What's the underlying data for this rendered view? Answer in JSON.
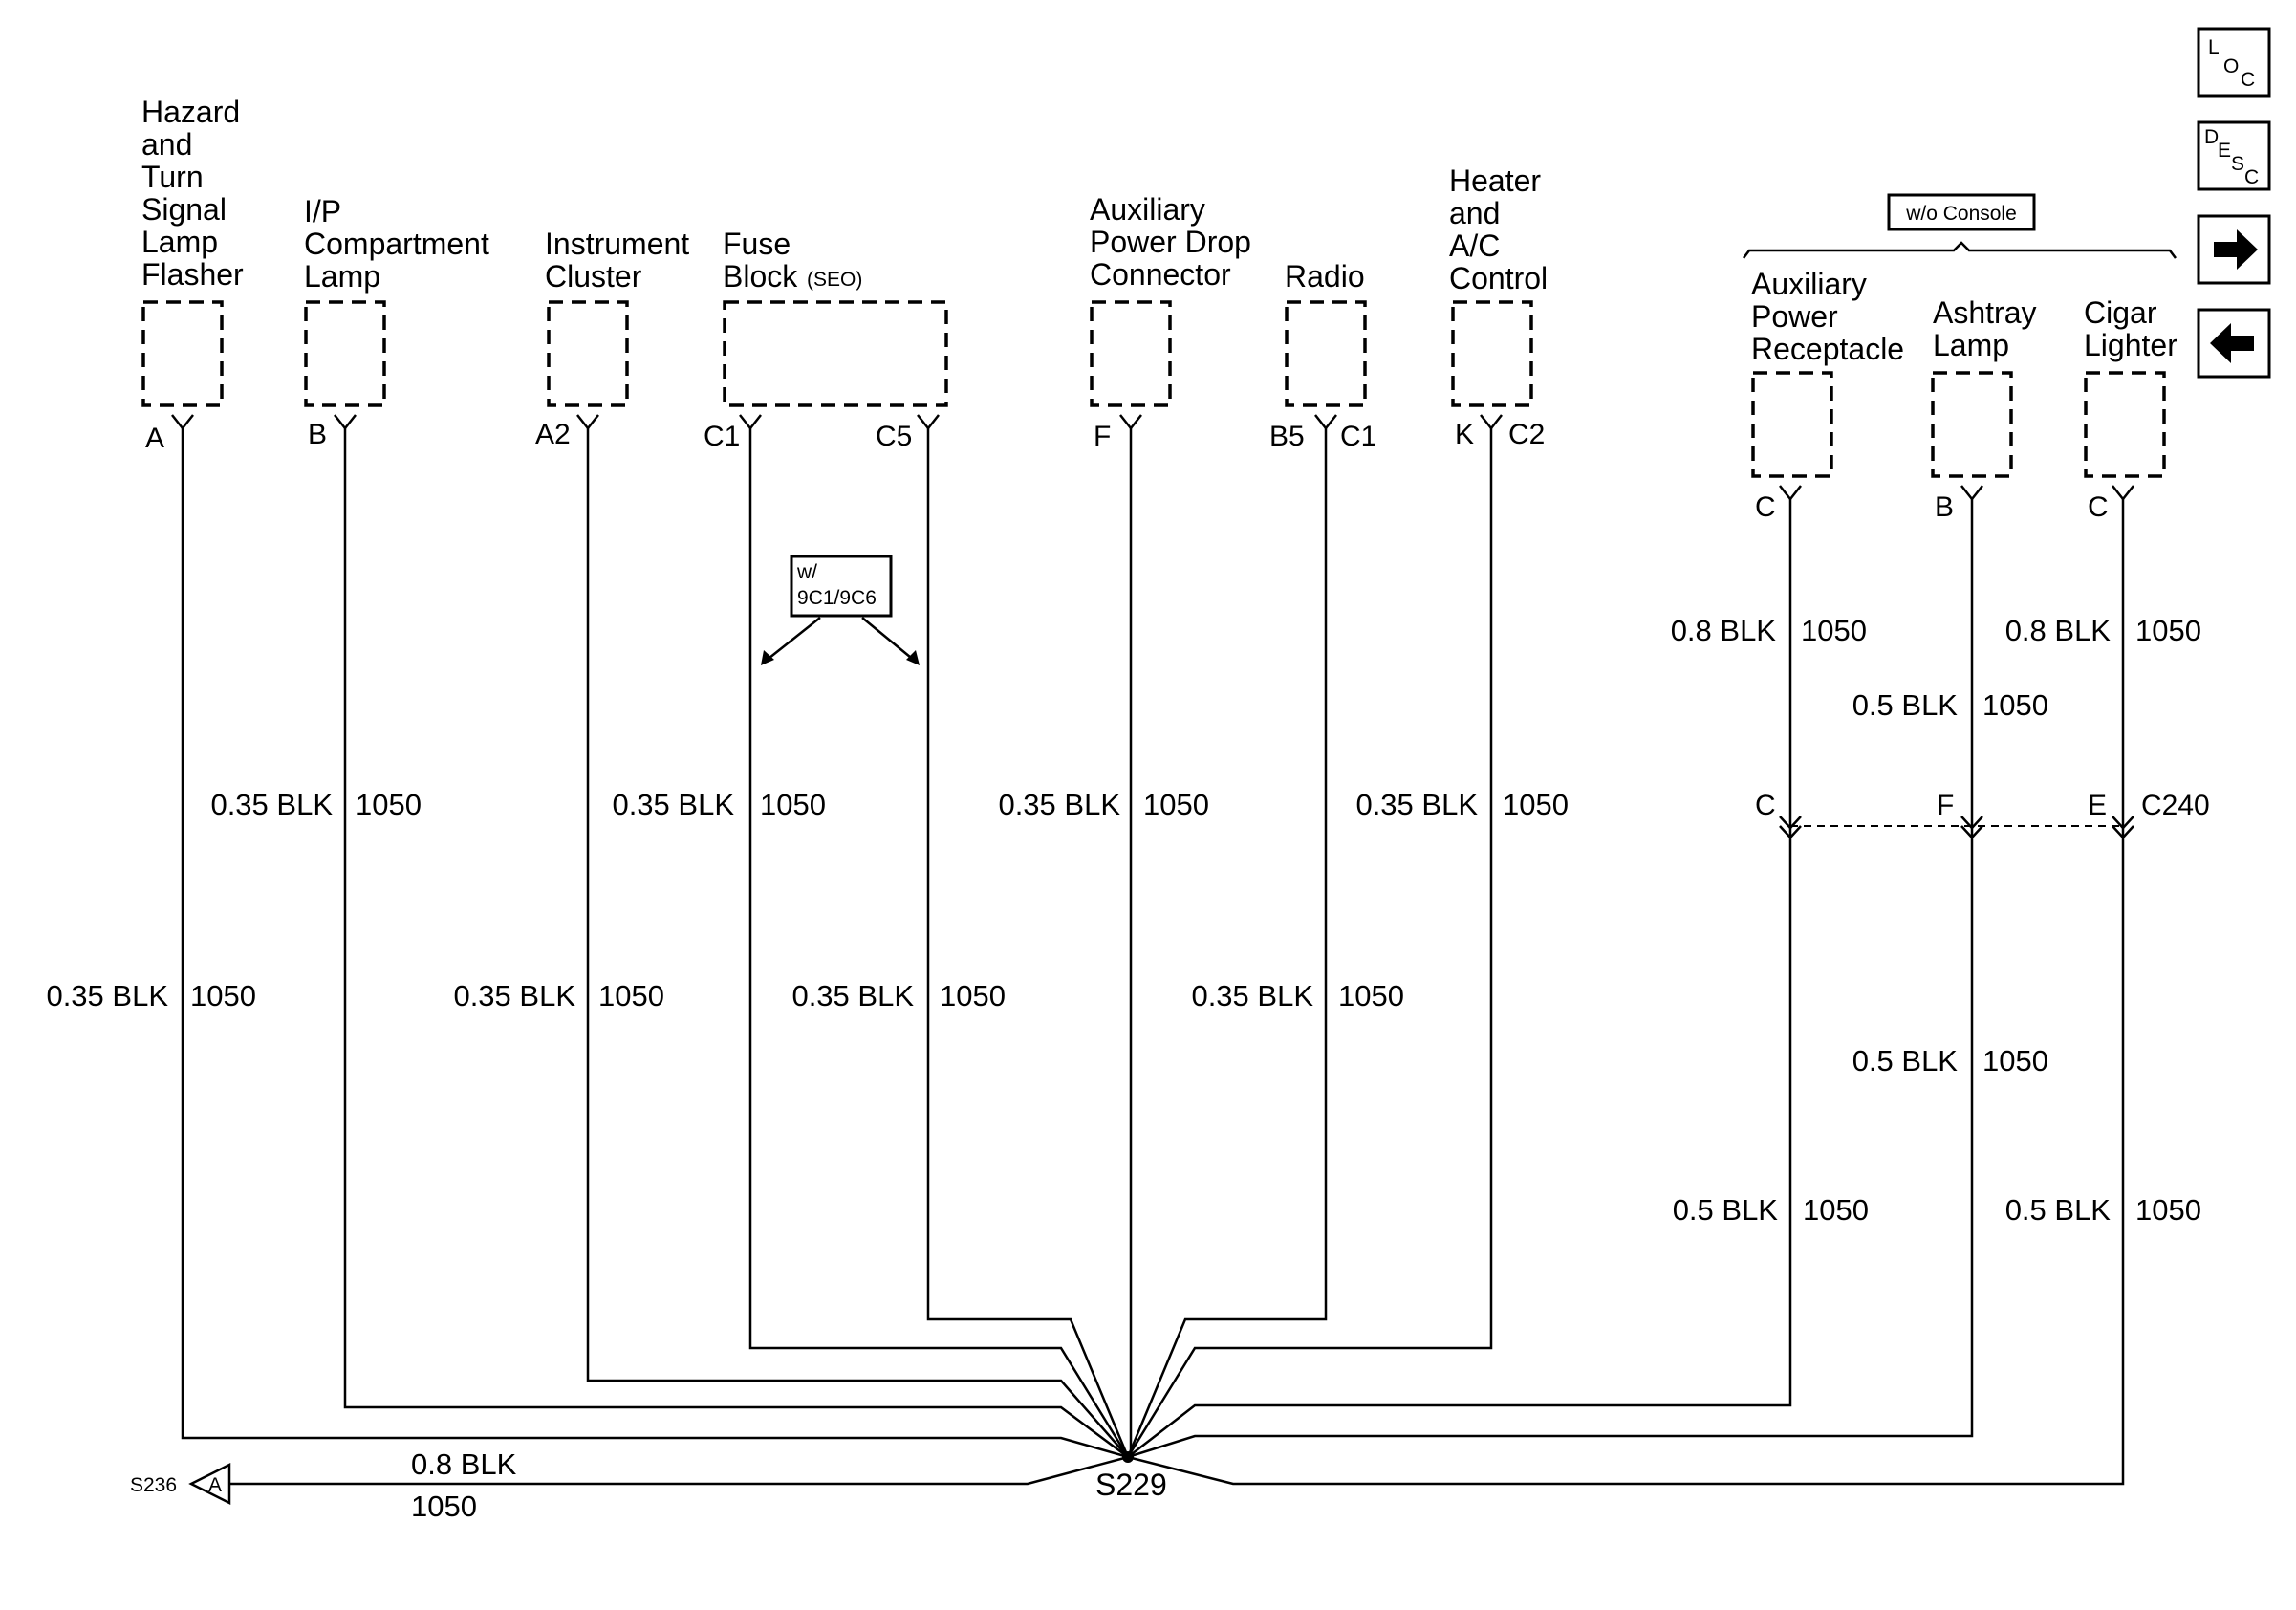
{
  "components": {
    "hazard": [
      "Hazard",
      "and",
      "Turn",
      "Signal",
      "Lamp",
      "Flasher"
    ],
    "ip_lamp": [
      "I/P",
      "Compartment",
      "Lamp"
    ],
    "cluster": [
      "Instrument",
      "Cluster"
    ],
    "fuse": [
      "Fuse",
      "Block"
    ],
    "fuse_suffix": "(SEO)",
    "aux_drop": [
      "Auxiliary",
      "Power Drop",
      "Connector"
    ],
    "radio": [
      "Radio"
    ],
    "hvac": [
      "Heater",
      "and",
      "A/C",
      "Control"
    ],
    "aux_rcpt": [
      "Auxiliary",
      "Power",
      "Receptacle"
    ],
    "ashtray": [
      "Ashtray",
      "Lamp"
    ],
    "cigar": [
      "Cigar",
      "Lighter"
    ]
  },
  "pins": {
    "hazard": "A",
    "ip_lamp": "B",
    "cluster": "A2",
    "fuse_c1": "C1",
    "fuse_c5": "C5",
    "aux_drop": "F",
    "radio_b5": "B5",
    "radio_c1": "C1",
    "hvac_k": "K",
    "hvac_c2": "C2",
    "aux_rcpt": "C",
    "ashtray": "B",
    "cigar": "C"
  },
  "option_box": {
    "line1": "w/",
    "line2": "9C1/9C6"
  },
  "console_option": "w/o Console",
  "inline_connector": {
    "name": "C240",
    "pins": [
      "C",
      "F",
      "E"
    ]
  },
  "wires": {
    "w035": "0.35 BLK",
    "w05": "0.5 BLK",
    "w08": "0.8 BLK",
    "circuit": "1050"
  },
  "splice": "S229",
  "ground": {
    "splice": "S236",
    "ref": "A",
    "wire": "0.8 BLK",
    "circuit": "1050"
  },
  "nav": {
    "loc": [
      "L",
      "O",
      "C"
    ],
    "desc": [
      "D",
      "E",
      "S",
      "C"
    ],
    "next_icon": "arrow-right-icon",
    "prev_icon": "arrow-left-icon"
  }
}
